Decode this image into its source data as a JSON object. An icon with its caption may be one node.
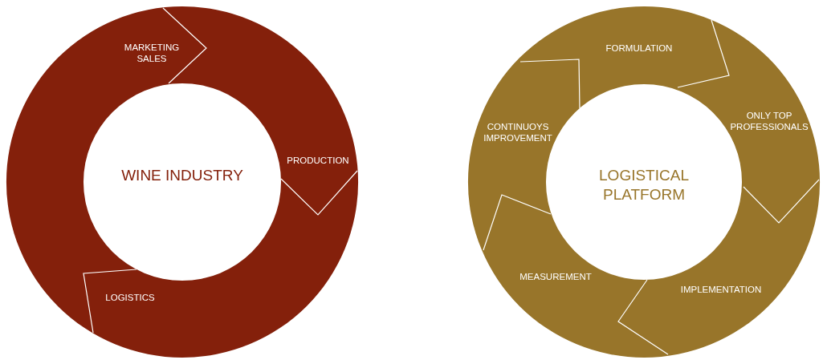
{
  "diagram": {
    "nodes": [
      {
        "text": [
          "WINE INDUSTRY"
        ]
      },
      {
        "text": [
          "MARKETING SALES"
        ]
      },
      {
        "text": [
          "PRODUCTION"
        ]
      },
      {
        "text": [
          "LOGISTICS"
        ]
      },
      {
        "text": [
          "LOGISTICAL PLATFORM"
        ]
      },
      {
        "text": [
          "FORMULATION"
        ]
      },
      {
        "text": [
          "ONLY TOP PROFESSIONALS"
        ]
      },
      {
        "text": [
          "IMPLEMENTATION"
        ]
      },
      {
        "text": [
          "MEASUREMENT"
        ]
      },
      {
        "text": [
          "CONTINUOYS IMPROVEMENT"
        ]
      }
    ]
  }
}
